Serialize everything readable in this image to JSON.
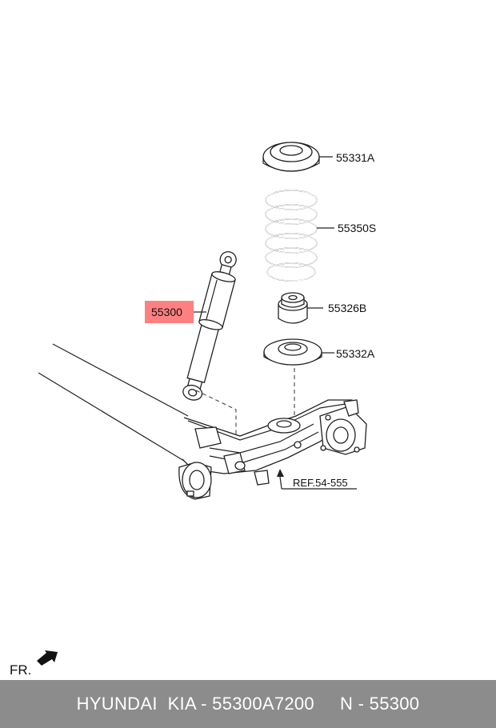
{
  "callouts": {
    "insulator_upper": "55331A",
    "coil_spring": "55350S",
    "shock_absorber": "55300",
    "bumper_stopper": "55326B",
    "insulator_lower": "55332A",
    "reference": "REF.54-555"
  },
  "direction_label": "FR.",
  "footer": {
    "text": "HYUNDAI  KIA - 55300A7200     N - 55300"
  },
  "colors": {
    "highlight": "#ff8080",
    "footer_bg": "#8c8c8c",
    "footer_text": "#ffffff"
  }
}
